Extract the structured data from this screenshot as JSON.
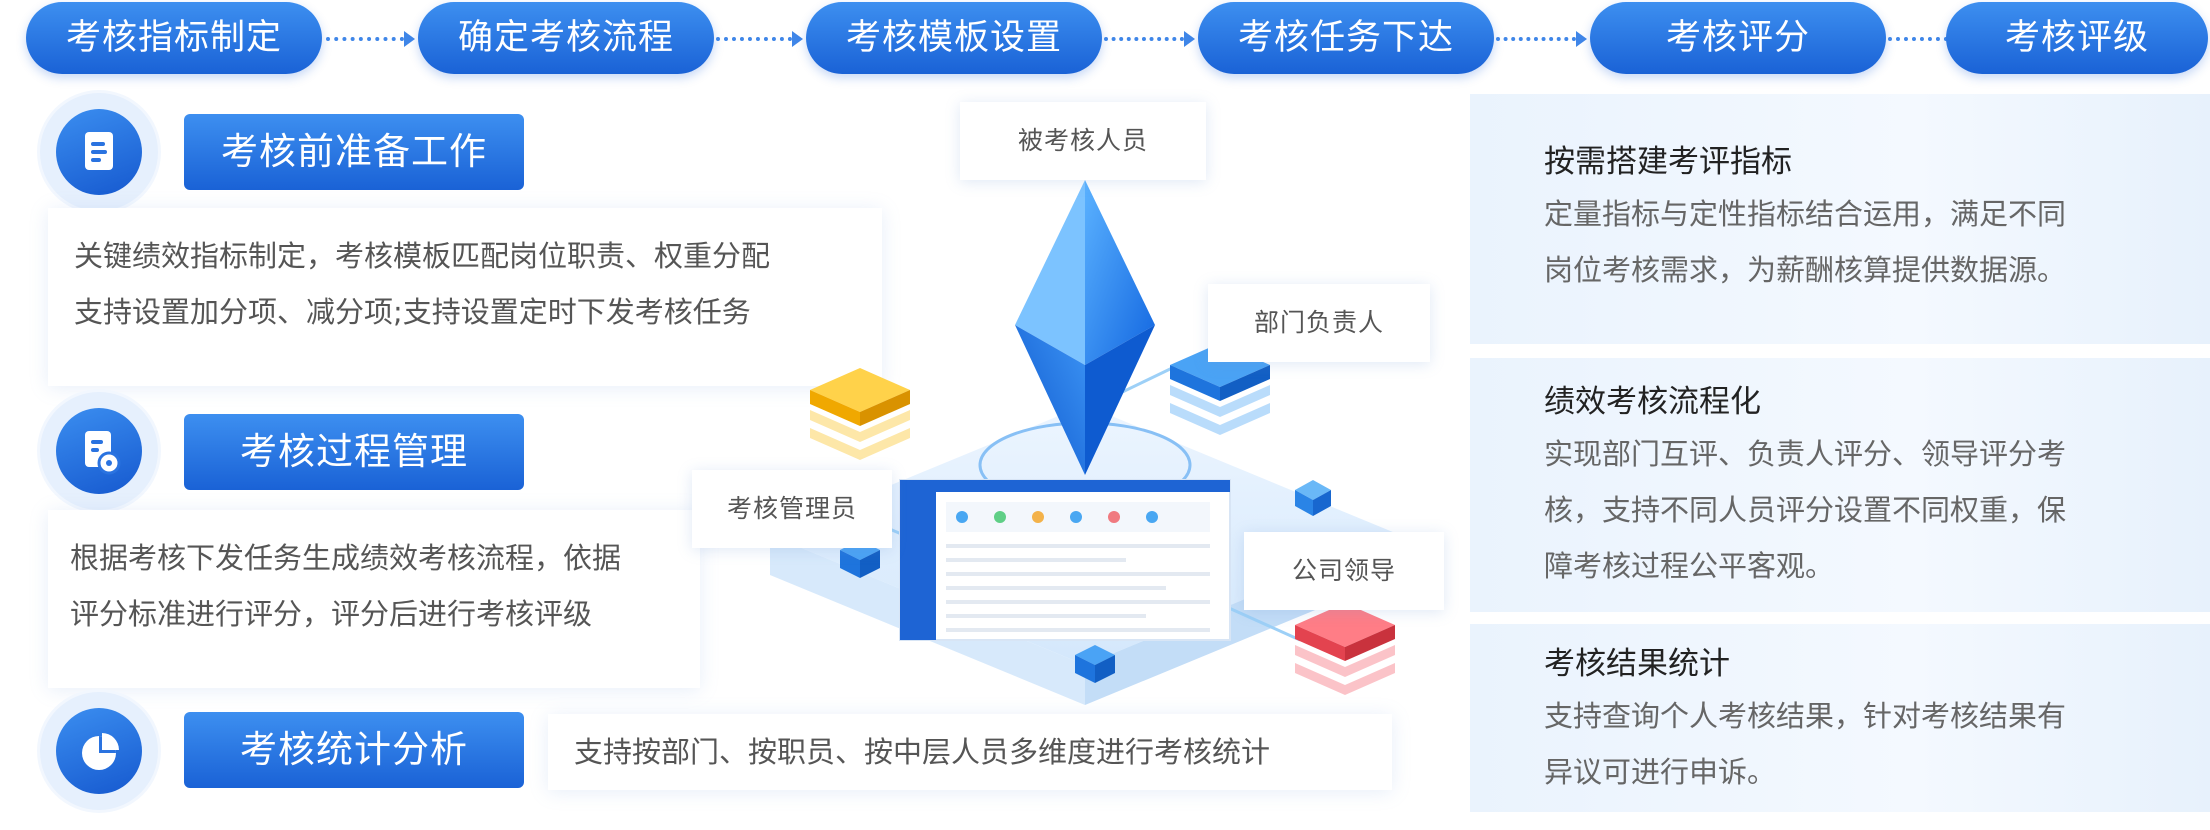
{
  "flow_steps": [
    "考核指标制定",
    "确定考核流程",
    "考核模板设置",
    "考核任务下达",
    "考核评分",
    "考核评级"
  ],
  "features": [
    {
      "icon": "document-list-icon",
      "title": "考核前准备工作",
      "description": "关键绩效指标制定，考核模板匹配岗位职责、权重分配\n支持设置加分项、减分项;支持设置定时下发考核任务"
    },
    {
      "icon": "document-gear-icon",
      "title": "考核过程管理",
      "description": "根据考核下发任务生成绩效考核流程，依据\n评分标准进行评分，评分后进行考核评级"
    },
    {
      "icon": "pie-chart-icon",
      "title": "考核统计分析",
      "description": "支持按部门、按职员、按中层人员多维度进行考核统计"
    }
  ],
  "roles": {
    "assessed": "被考核人员",
    "dept_head": "部门负责人",
    "admin": "考核管理员",
    "leader": "公司领导"
  },
  "panels": [
    {
      "title": "按需搭建考评指标",
      "text": "定量指标与定性指标结合运用，满足不同\n岗位考核需求，为薪酬核算提供数据源。"
    },
    {
      "title": "绩效考核流程化",
      "text": "实现部门互评、负责人评分、领导评分考\n核，支持不同人员评分设置不同权重，保\n障考核过程公平客观。"
    },
    {
      "title": "考核结果统计",
      "text": "支持查询个人考核结果，针对考核结果有\n异议可进行申诉。"
    }
  ],
  "colors": {
    "primary_blue": "#1a62d6",
    "light_blue": "#3d8ff0",
    "stack_yellow": "#f5b800",
    "stack_blue": "#2b86ea",
    "stack_red": "#f05a66"
  }
}
